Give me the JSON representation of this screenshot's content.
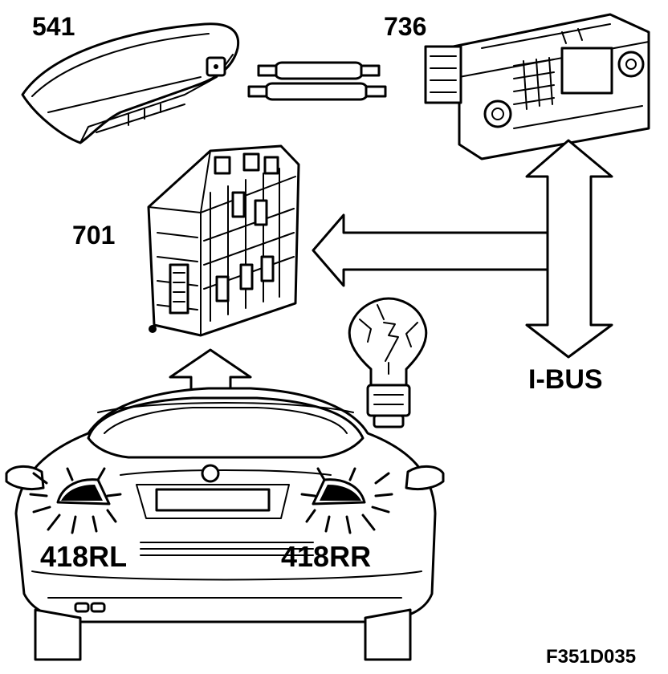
{
  "labels": {
    "door_handle": "541",
    "radio_unit": "736",
    "control_module": "701",
    "bus": "I-BUS",
    "lamp_left": "418RL",
    "lamp_right": "418RR",
    "figure_ref": "F351D035"
  }
}
